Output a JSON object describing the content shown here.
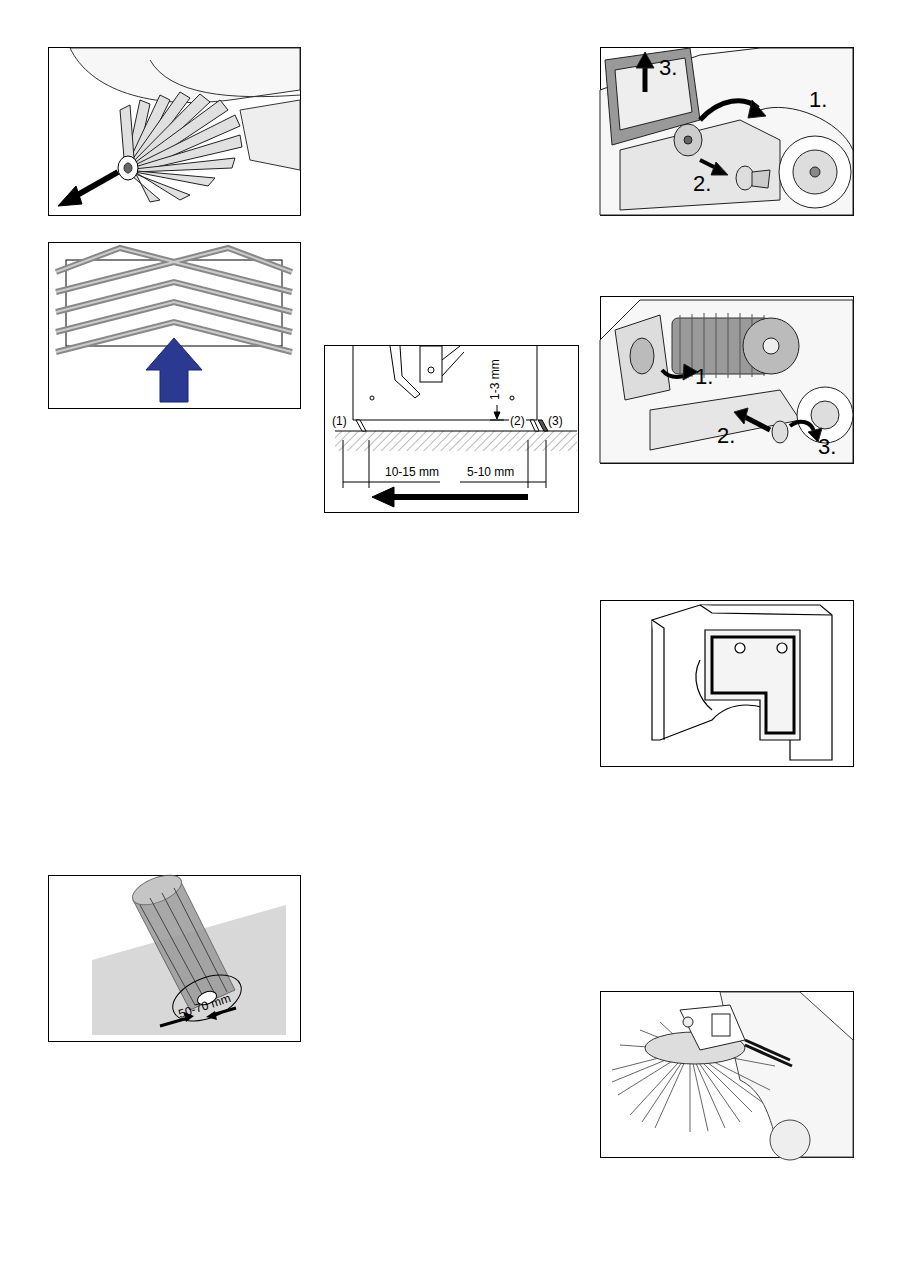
{
  "diagram": {
    "labels": [
      "50-70 mm",
      "1-3 mm",
      "(1)",
      "(2)",
      "(3)",
      "10-15 mm",
      "5-10 mm",
      "3.",
      "1.",
      "2.",
      "1.",
      "2.",
      "3."
    ]
  }
}
